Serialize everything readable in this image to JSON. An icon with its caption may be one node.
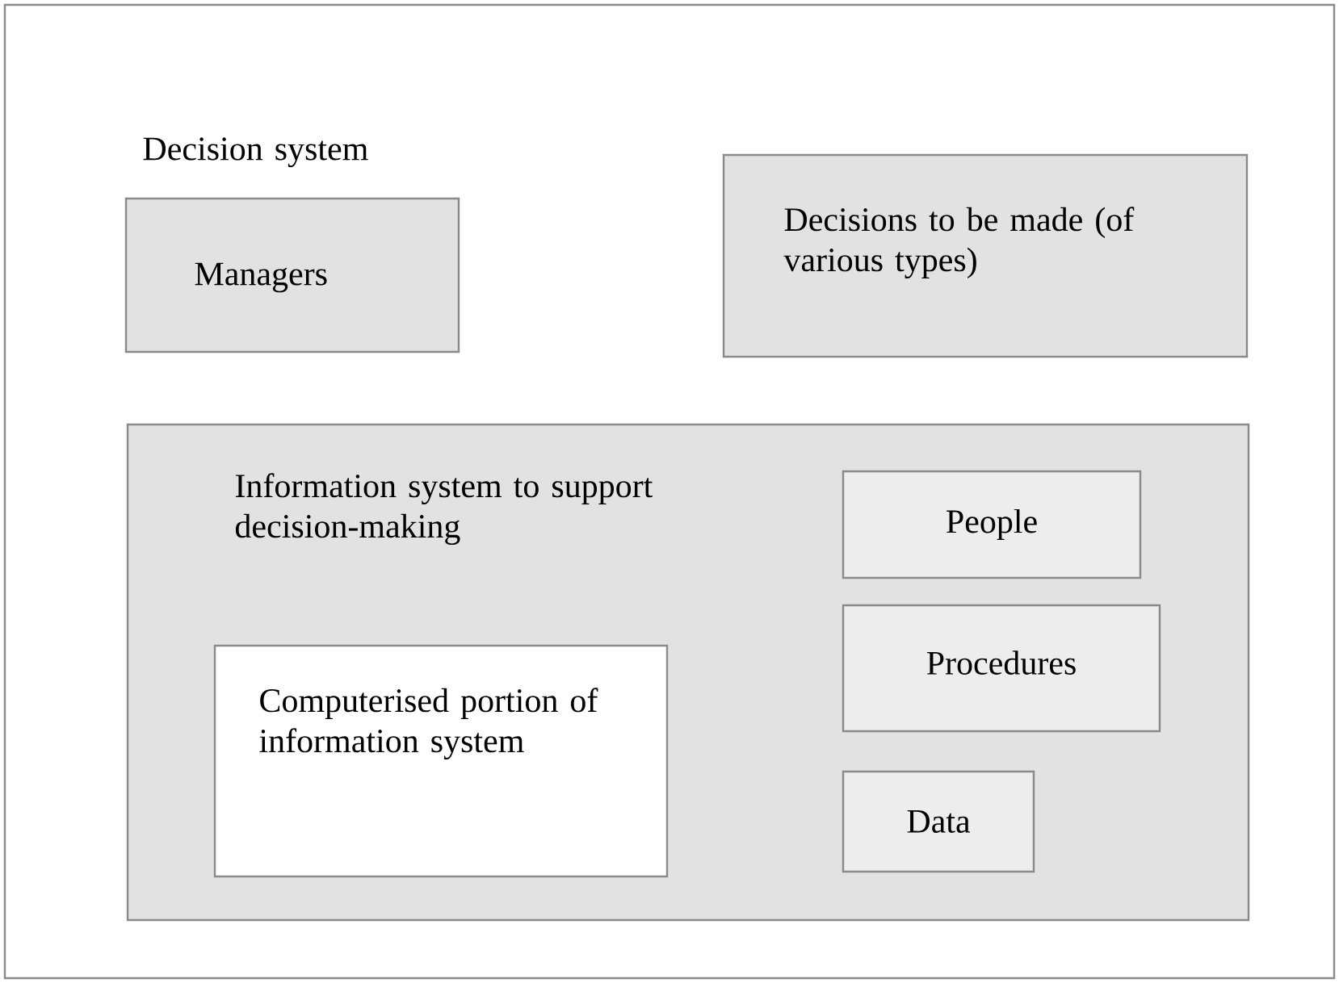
{
  "diagram": {
    "nodes": [
      {
        "text": [
          "Decision system"
        ]
      },
      {
        "text": [
          "Managers"
        ],
        "in": 0
      },
      {
        "text": [
          "Decisions to be made (of various types)"
        ],
        "in": 0
      },
      {
        "text": [
          "Information system to support decision-making"
        ],
        "in": 0
      },
      {
        "text": [
          "People"
        ],
        "in": 3
      },
      {
        "text": [
          "Procedures"
        ],
        "in": 3
      },
      {
        "text": [
          "Computerised portion of information system"
        ],
        "in": 3
      },
      {
        "text": [
          "Data"
        ],
        "in": 3
      }
    ]
  }
}
